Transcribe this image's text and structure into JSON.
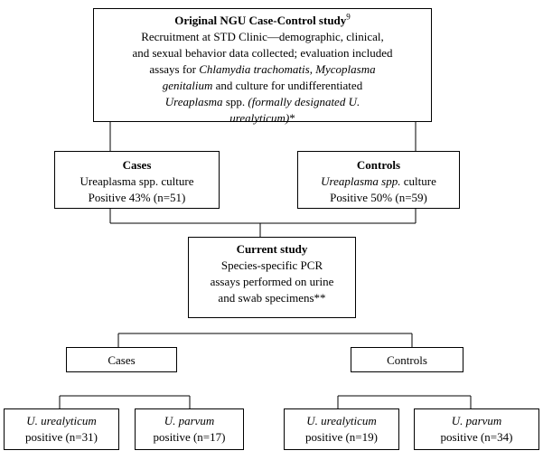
{
  "original": {
    "title": "Original NGU Case-Control study",
    "title_sup": "9",
    "line1": "Recruitment at STD Clinic—demographic, clinical,",
    "line2": "and sexual behavior data collected; evaluation included",
    "line3_pre": "assays for ",
    "line3_ct": "Chlamydia trachomatis",
    "line3_sep": ", ",
    "line3_mg": "Mycoplasma",
    "line4_mg": "genitalium",
    "line4_rest": " and culture for undifferentiated",
    "line5_u": "Ureaplasma",
    "line5_spp": " spp. ",
    "line5_formally": "(formally designated U.",
    "line6_u": "urealyticum)",
    "line6_star": "*"
  },
  "cases_top": {
    "title": "Cases",
    "line1": "Ureaplasma spp. culture",
    "line2": "Positive 43% (n=51)"
  },
  "controls_top": {
    "title": "Controls",
    "line1_it": "Ureaplasma spp.",
    "line1_rest": " culture",
    "line2": "Positive 50% (n=59)"
  },
  "current": {
    "title": "Current study",
    "line1": "Species-specific PCR",
    "line2": "assays performed on urine",
    "line3": "and swab specimens**"
  },
  "cases_bottom": {
    "label": "Cases"
  },
  "controls_bottom": {
    "label": "Controls"
  },
  "leaves": [
    {
      "species": "U. urealyticum",
      "result": "positive (n=31)"
    },
    {
      "species": "U. parvum",
      "result": "positive (n=17)"
    },
    {
      "species": "U. urealyticum",
      "result": "positive (n=19)"
    },
    {
      "species": "U. parvum",
      "result": "positive (n=34)"
    }
  ]
}
